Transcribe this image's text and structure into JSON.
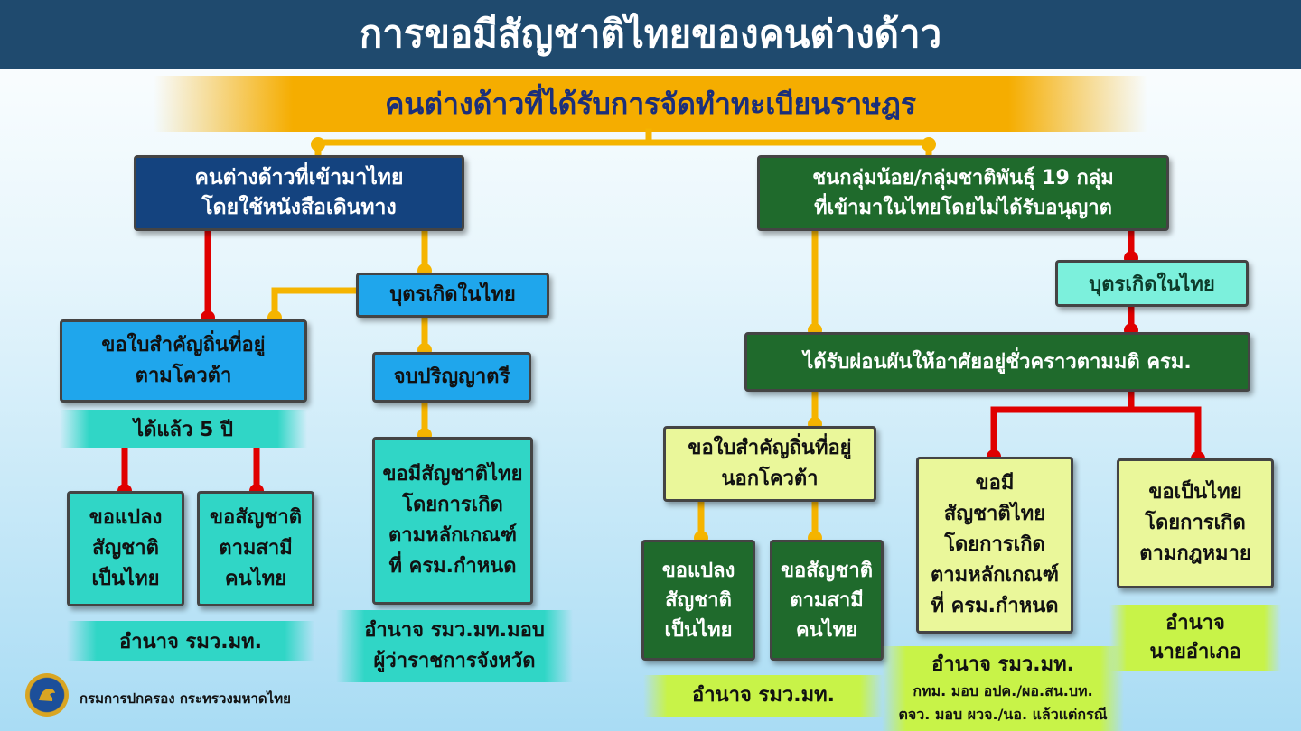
{
  "title": "การขอมีสัญชาติไทยของคนต่างด้าว",
  "subtitle": "คนต่างด้าวที่ได้รับการจัดทำทะเบียนราษฎร",
  "left": {
    "root": "คนต่างด้าวที่เข้ามาไทย\nโดยใช้หนังสือเดินทาง",
    "residence": "ขอใบสำคัญถิ่นที่อยู่\nตามโควต้า",
    "after_years": "ได้แล้ว 5 ปี",
    "change_nationality": "ขอแปลง\nสัญชาติ\nเป็นไทย",
    "nationality_husband": "ขอสัญชาติ\nตามสามี\nคนไทย",
    "authority_1": "อำนาจ รมว.มท.",
    "born_in_thailand": "บุตรเกิดในไทย",
    "bachelor": "จบปริญญาตรี",
    "by_birth": "ขอมีสัญชาติไทย\nโดยการเกิด\nตามหลักเกณฑ์\nที่ ครม.กำหนด",
    "authority_2": "อำนาจ รมว.มท.มอบ\nผู้ว่าราชการจังหวัด"
  },
  "right": {
    "root": "ชนกลุ่มน้อย/กลุ่มชาติพันธุ์ 19 กลุ่ม\nที่เข้ามาในไทยโดยไม่ได้รับอนุญาต",
    "born_in_thailand": "บุตรเกิดในไทย",
    "temporary_stay": "ได้รับผ่อนผันให้อาศัยอยู่ชั่วคราวตามมติ ครม.",
    "residence_out_quota": "ขอใบสำคัญถิ่นที่อยู่\nนอกโควต้า",
    "change_nationality": "ขอแปลง\nสัญชาติ\nเป็นไทย",
    "nationality_husband": "ขอสัญชาติ\nตามสามี\nคนไทย",
    "authority_1": "อำนาจ รมว.มท.",
    "by_birth": "ขอมี\nสัญชาติไทย\nโดยการเกิด\nตามหลักเกณฑ์\nที่ ครม.กำหนด",
    "authority_2_main": "อำนาจ รมว.มท.",
    "authority_2_line1": "กทม. มอบ อปค./ผอ.สน.บท.",
    "authority_2_line2": "ตจว. มอบ ผวจ./นอ. แล้วแต่กรณี",
    "by_law": "ขอเป็นไทย\nโดยการเกิด\nตามกฎหมาย",
    "authority_3": "อำนาจ\nนายอำเภอ"
  },
  "footer": "กรมการปกครอง กระทรวงมหาดไทย",
  "colors": {
    "title_bg": "#1f4a6e",
    "subtitle_bg": "#f5ad00",
    "connector_yellow": "#f5b400",
    "connector_red": "#e00000"
  }
}
